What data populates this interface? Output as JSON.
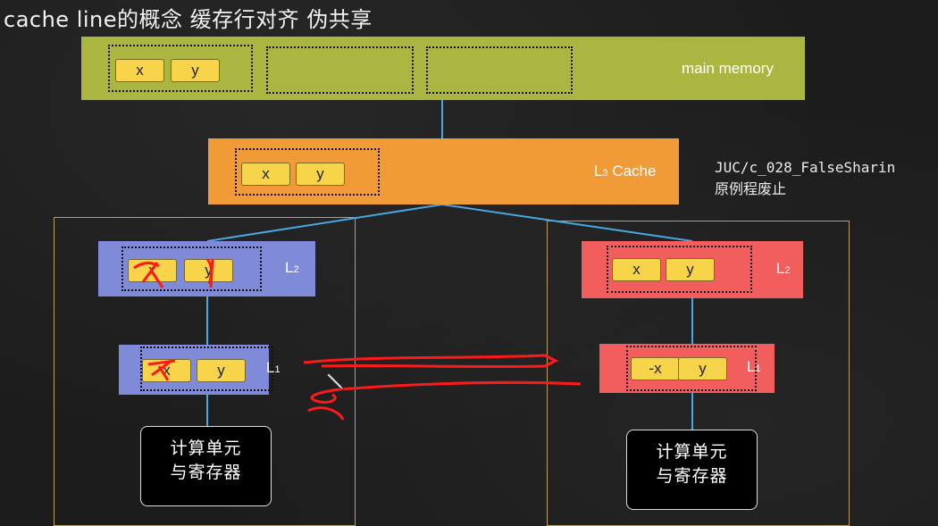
{
  "title": "cache line的概念 缓存行对齐 伪共享",
  "note": {
    "line1": "JUC/c_028_FalseSharin",
    "line2": "原例程废止"
  },
  "main_memory": {
    "label": "main memory",
    "cells": [
      "x",
      "y"
    ]
  },
  "l3": {
    "label_main": "L",
    "label_sub": "3",
    "label_rest": " Cache",
    "cells": [
      "x",
      "y"
    ]
  },
  "left_core": {
    "l2": {
      "label_main": "L",
      "label_sub": "2",
      "cells": [
        "x",
        "y"
      ]
    },
    "l1": {
      "label_main": "L",
      "label_sub": "1",
      "cells": [
        "x",
        "y"
      ]
    },
    "compute_unit": {
      "line1": "计算单元",
      "line2": "与寄存器"
    }
  },
  "right_core": {
    "l2": {
      "label_main": "L",
      "label_sub": "2",
      "cells": [
        "x",
        "y"
      ]
    },
    "l1": {
      "label_main": "L",
      "label_sub": "1",
      "cells": [
        "-x",
        "y"
      ]
    },
    "compute_unit": {
      "line1": "计算单元",
      "line2": "与寄存器"
    }
  },
  "colors": {
    "main_memory": "#aab63f",
    "l3": "#f19a38",
    "left_core": "#7f8ad8",
    "right_core": "#f25e5e",
    "cell": "#f7d44a",
    "annotation": "#ff1a1a",
    "connector": "#4aa8e0"
  }
}
